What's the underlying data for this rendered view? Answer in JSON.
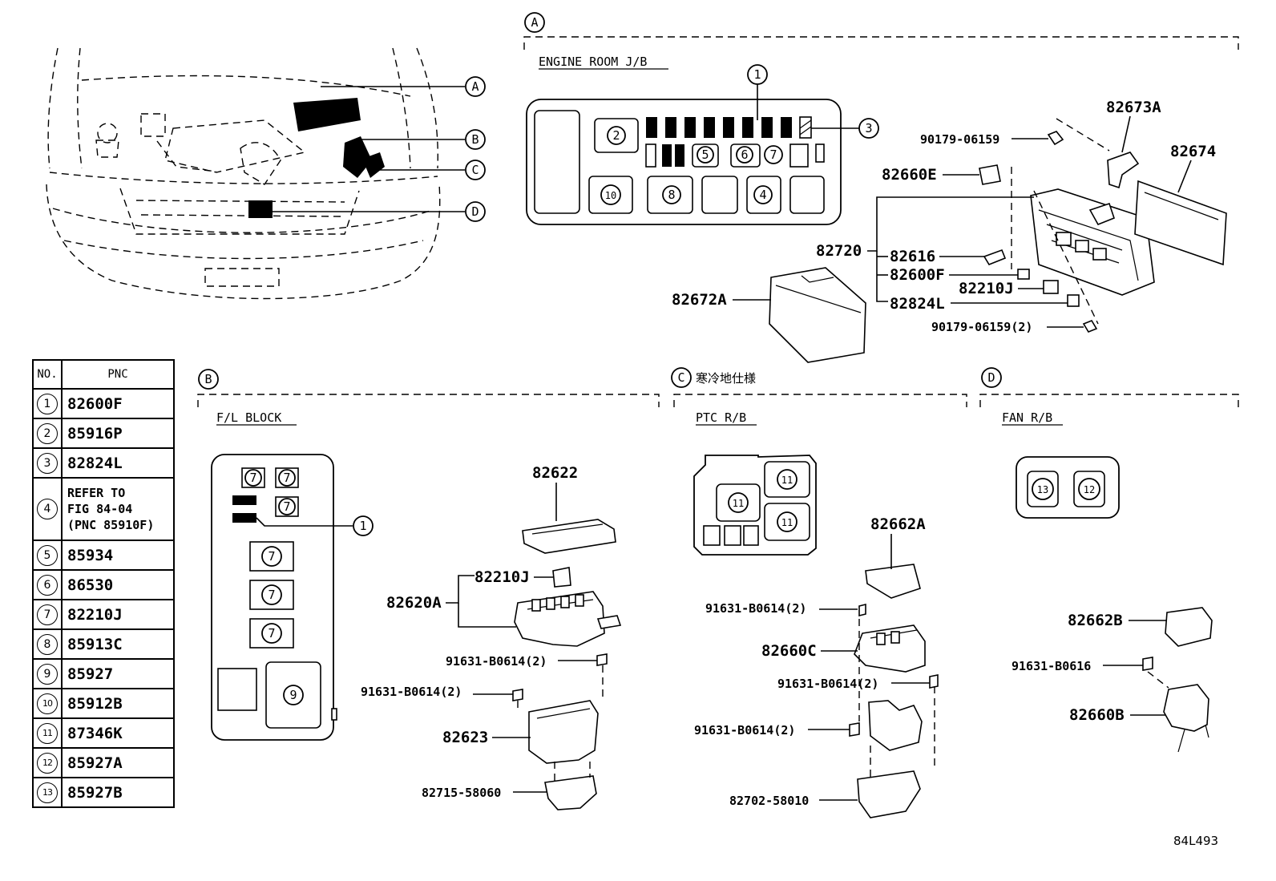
{
  "callouts": {
    "A": "A",
    "B": "B",
    "C": "C",
    "D": "D"
  },
  "sections": {
    "A": {
      "title": "ENGINE ROOM J/B"
    },
    "B": {
      "title": "F/L BLOCK"
    },
    "C": {
      "title": "PTC R/B",
      "note": "寒冷地仕様"
    },
    "D": {
      "title": "FAN R/B"
    }
  },
  "parts_a": {
    "p82673A": "82673A",
    "p90179a": "90179-06159",
    "p82674": "82674",
    "p82660E": "82660E",
    "p82720": "82720",
    "p82616": "82616",
    "p82600F": "82600F",
    "p82210J": "82210J",
    "p82824L": "82824L",
    "p82672A": "82672A",
    "p90179b": "90179-06159(2)"
  },
  "parts_b": {
    "p82622": "82622",
    "p82210J": "82210J",
    "p82620A": "82620A",
    "p91631a": "91631-B0614(2)",
    "p91631b": "91631-B0614(2)",
    "p82623": "82623",
    "p82715": "82715-58060"
  },
  "parts_c": {
    "p82662A": "82662A",
    "p91631a": "91631-B0614(2)",
    "p82660C": "82660C",
    "p91631b": "91631-B0614(2)",
    "p91631c": "91631-B0614(2)",
    "p82702": "82702-58010"
  },
  "parts_d": {
    "p82662B": "82662B",
    "p91631": "91631-B0616",
    "p82660B": "82660B"
  },
  "fuse_labels": {
    "n1": "1",
    "n2": "2",
    "n3": "3",
    "n4": "4",
    "n5": "5",
    "n6": "6",
    "n7": "7",
    "n8": "8",
    "n9": "9",
    "n10": "10",
    "n11": "11",
    "n12": "12",
    "n13": "13"
  },
  "table": {
    "header_no": "NO.",
    "header_pnc": "PNC",
    "rows": [
      {
        "no": "1",
        "pnc": "82600F"
      },
      {
        "no": "2",
        "pnc": "85916P"
      },
      {
        "no": "3",
        "pnc": "82824L"
      },
      {
        "no": "4",
        "pnc_lines": [
          "REFER TO",
          "FIG 84-04",
          "(PNC 85910F)"
        ]
      },
      {
        "no": "5",
        "pnc": "85934"
      },
      {
        "no": "6",
        "pnc": "86530"
      },
      {
        "no": "7",
        "pnc": "82210J"
      },
      {
        "no": "8",
        "pnc": "85913C"
      },
      {
        "no": "9",
        "pnc": "85927"
      },
      {
        "no": "10",
        "pnc": "85912B"
      },
      {
        "no": "11",
        "pnc": "87346K"
      },
      {
        "no": "12",
        "pnc": "85927A"
      },
      {
        "no": "13",
        "pnc": "85927B"
      }
    ]
  },
  "diagram_id": "84L493",
  "colors": {
    "ink": "#000000",
    "paper": "#ffffff"
  }
}
